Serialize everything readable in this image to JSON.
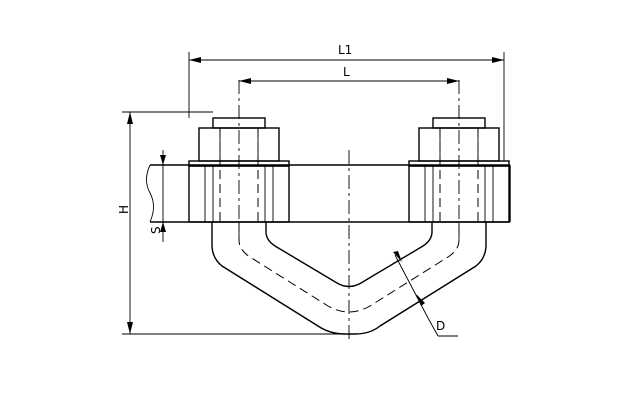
{
  "drawing": {
    "labels": {
      "overall_width": "L1",
      "bolt_spacing": "L",
      "height": "H",
      "plate_thickness": "S",
      "rod_diameter": "D"
    },
    "colors": {
      "line": "#000000",
      "background": "#ffffff"
    }
  }
}
